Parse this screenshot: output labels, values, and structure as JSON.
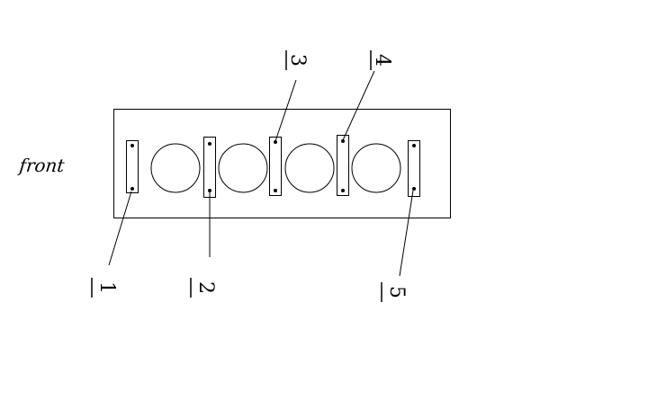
{
  "diagram": {
    "side_label": "front",
    "callout_labels": [
      "1",
      "2",
      "3",
      "4",
      "5"
    ],
    "cylinder_count": 4,
    "main_bearing_count": 5,
    "bolts_per_cap": 2
  }
}
